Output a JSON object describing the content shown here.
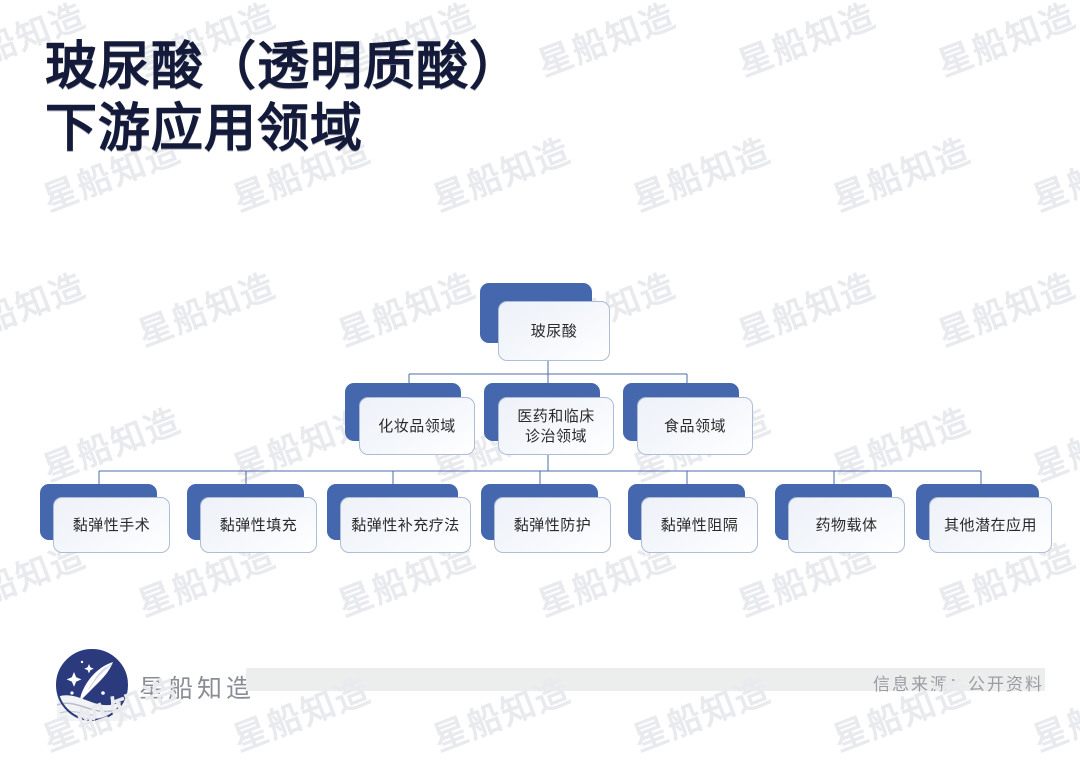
{
  "title": {
    "line1": "玻尿酸（透明质酸）",
    "line2": "下游应用领域"
  },
  "watermark": {
    "text": "星船知造"
  },
  "colors": {
    "title": "#141a39",
    "node_blue": "#4567ae",
    "node_border": "#aebdd6",
    "connector": "#4f6ba8",
    "logo_navy": "#2b3a7c",
    "footer_band": "#eceded",
    "muted_text": "#9a9da3"
  },
  "chart_data": {
    "type": "diagram",
    "title": "玻尿酸（透明质酸）下游应用领域",
    "root": {
      "label": "玻尿酸"
    },
    "level2": [
      {
        "label": "化妆品领域"
      },
      {
        "label": "医药和临床\n诊治领域"
      },
      {
        "label": "食品领域"
      }
    ],
    "leaves": [
      {
        "label": "黏弹性手术"
      },
      {
        "label": "黏弹性填充"
      },
      {
        "label": "黏弹性补充疗法"
      },
      {
        "label": "黏弹性防护"
      },
      {
        "label": "黏弹性阻隔"
      },
      {
        "label": "药物载体"
      },
      {
        "label": "其他潜在应用"
      }
    ],
    "edges": [
      {
        "from": "玻尿酸",
        "to": "化妆品领域"
      },
      {
        "from": "玻尿酸",
        "to": "医药和临床诊治领域"
      },
      {
        "from": "玻尿酸",
        "to": "食品领域"
      },
      {
        "from": "医药和临床诊治领域",
        "to": "黏弹性手术"
      },
      {
        "from": "医药和临床诊治领域",
        "to": "黏弹性填充"
      },
      {
        "from": "医药和临床诊治领域",
        "to": "黏弹性补充疗法"
      },
      {
        "from": "医药和临床诊治领域",
        "to": "黏弹性防护"
      },
      {
        "from": "医药和临床诊治领域",
        "to": "黏弹性阻隔"
      },
      {
        "from": "医药和临床诊治领域",
        "to": "药物载体"
      },
      {
        "from": "医药和临床诊治领域",
        "to": "其他潜在应用"
      }
    ]
  },
  "footer": {
    "brand": "星船知造",
    "source": "信息来源：公开资料"
  }
}
